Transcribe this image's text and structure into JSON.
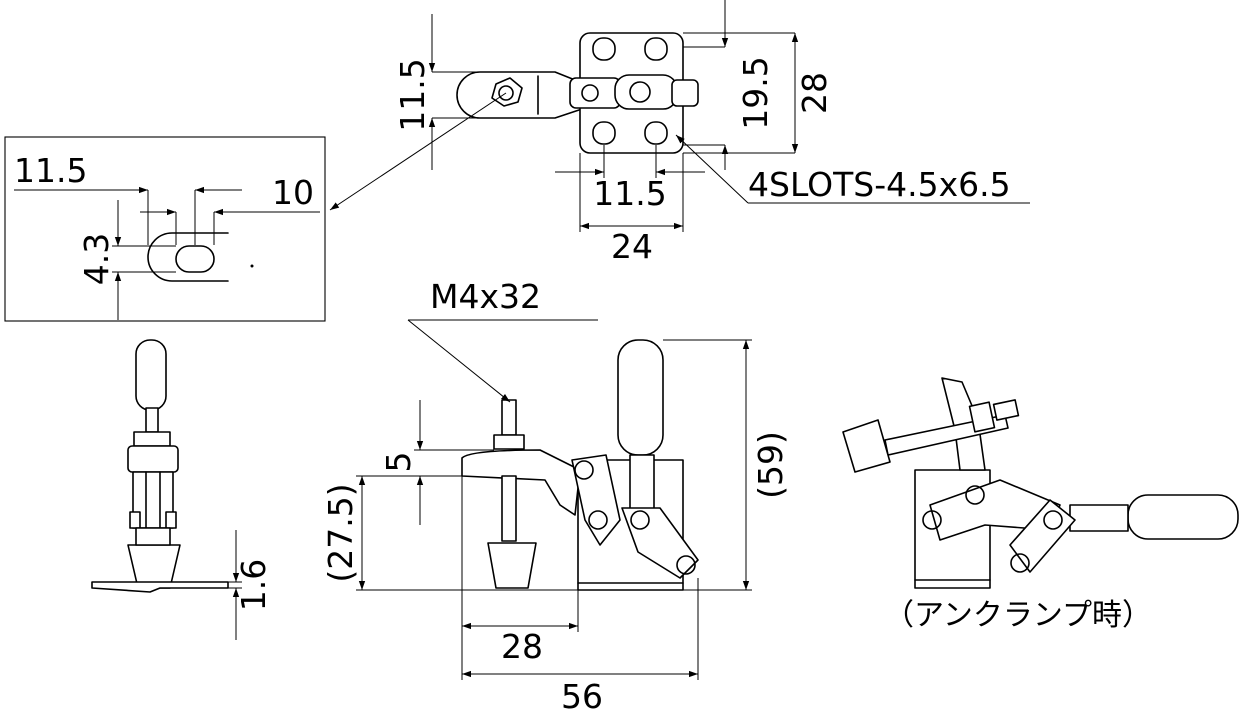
{
  "drawing": {
    "dims": {
      "top_arm_height": "11.5",
      "top_base_inner": "19.5",
      "top_base_outer": "28",
      "slot_pitch": "11.5",
      "base_width": "24",
      "slots_note": "4SLOTS-4.5x6.5",
      "detail_offset": "11.5",
      "detail_width": "10",
      "detail_height": "4.3",
      "bolt_spec": "M4x32",
      "spindle_gap": "5",
      "spindle_height": "(27.5)",
      "overall_height": "(59)",
      "base_thickness": "1.6",
      "bolt_to_base": "28",
      "overall_length": "56"
    },
    "unclamp_caption": "（アンクランプ時）"
  }
}
